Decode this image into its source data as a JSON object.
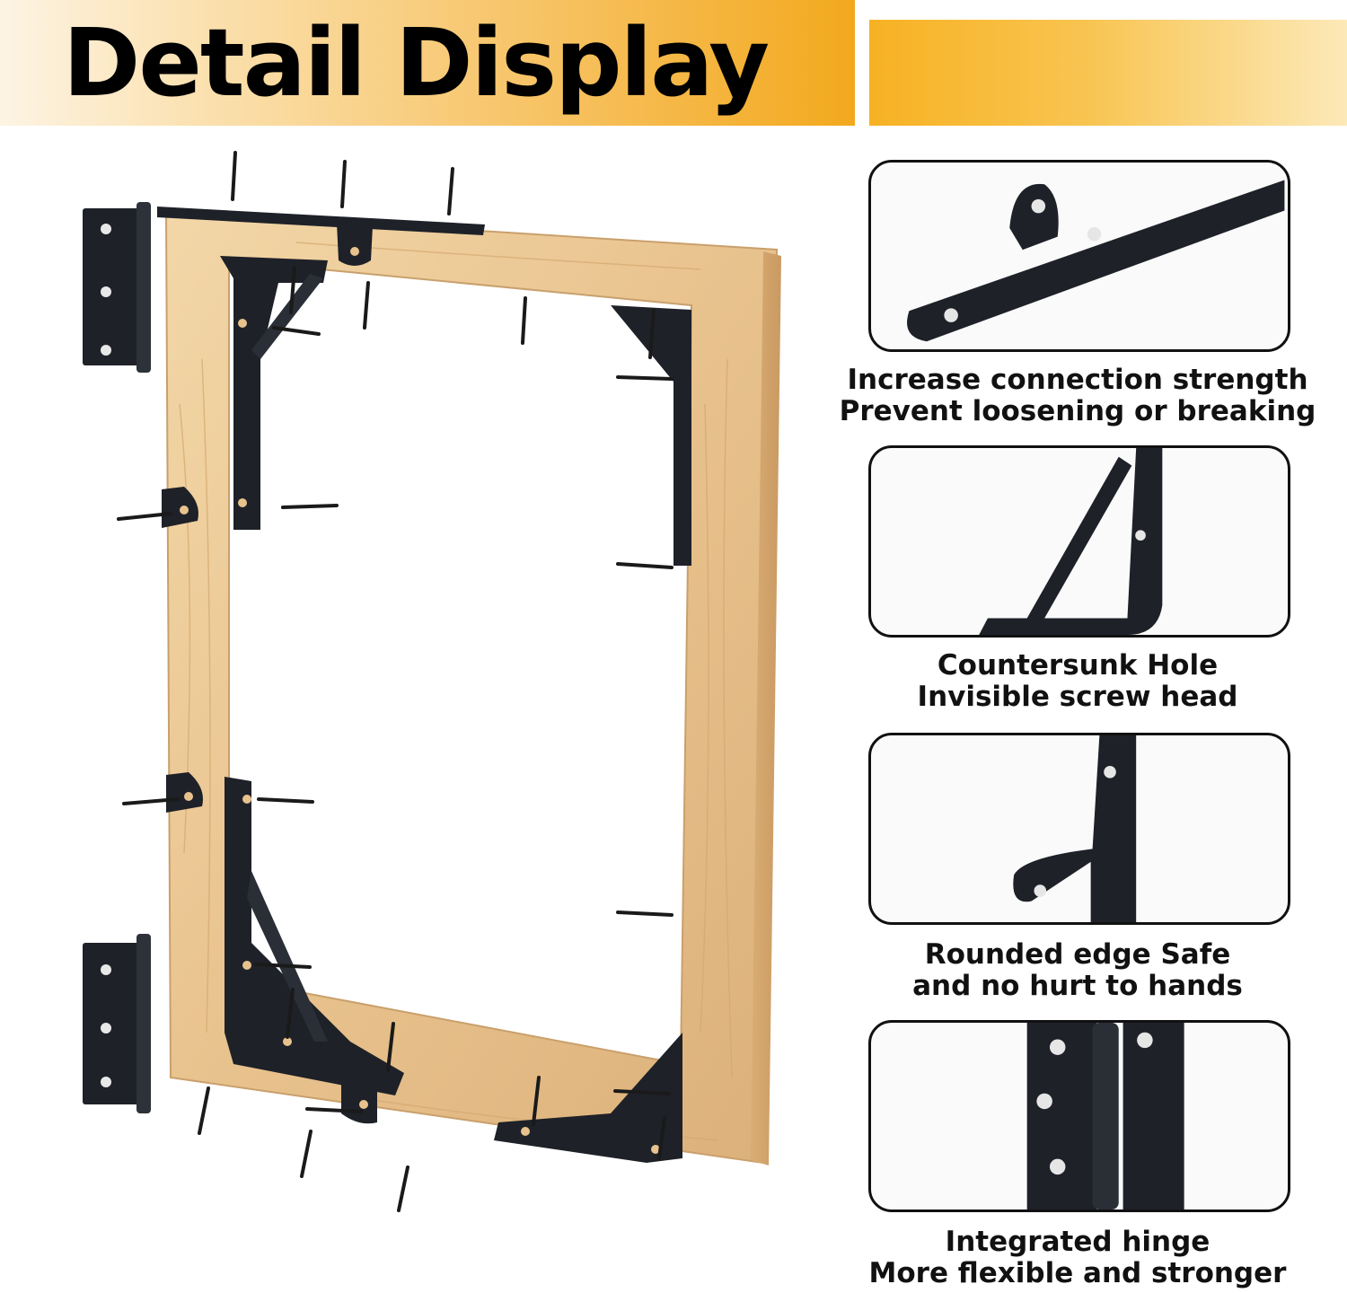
{
  "banner": {
    "title": "Detail Display"
  },
  "features": [
    {
      "icon": "bracket-tab-icon",
      "line1": "Increase connection strength",
      "line2": "Prevent loosening or breaking"
    },
    {
      "icon": "corner-brace-icon",
      "line1": "Countersunk Hole",
      "line2": "Invisible screw head"
    },
    {
      "icon": "rounded-tab-icon",
      "line1": "Rounded edge Safe",
      "line2": "and no hurt to hands"
    },
    {
      "icon": "hinge-icon",
      "line1": "Integrated hinge",
      "line2": "More flexible and stronger"
    }
  ],
  "colors": {
    "banner_orange": "#f3a91e",
    "wood": "#e8c28d",
    "metal": "#1e2128",
    "panel_border": "#111111"
  }
}
